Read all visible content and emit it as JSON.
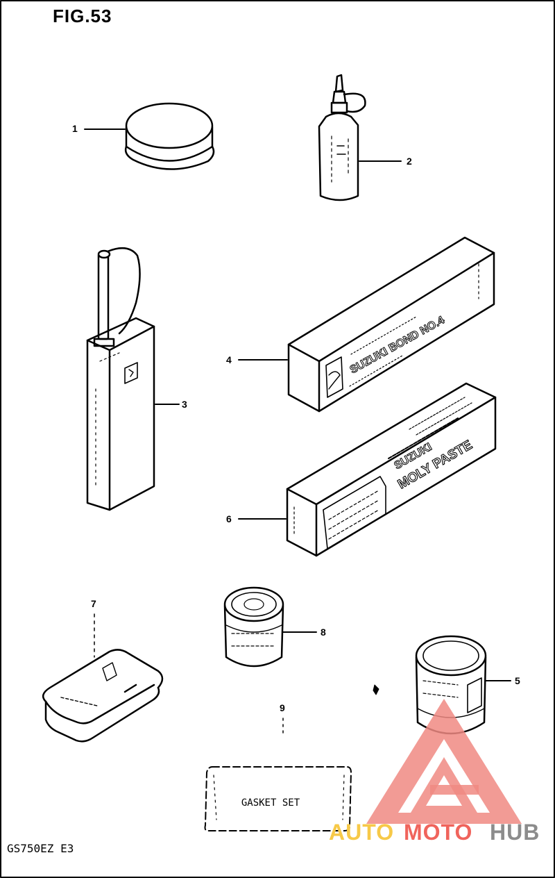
{
  "figure": {
    "title": "FIG.53"
  },
  "model_code": "GS750EZ  E3",
  "parts": [
    {
      "number": "1",
      "kind": "grease-tin-lid"
    },
    {
      "number": "2",
      "kind": "oil-bottle"
    },
    {
      "number": "3",
      "kind": "oil-can"
    },
    {
      "number": "4",
      "kind": "bond-box"
    },
    {
      "number": "5",
      "kind": "paint-can"
    },
    {
      "number": "6",
      "kind": "moly-paste-box"
    },
    {
      "number": "7",
      "kind": "tube-pack"
    },
    {
      "number": "8",
      "kind": "small-can"
    },
    {
      "number": "9",
      "kind": "gasket-set"
    }
  ],
  "box_labels": {
    "bond": "SUZUKI BOND NO.4",
    "moly_brand": "SUZUKI",
    "moly_name": "MOLY PASTE"
  },
  "gasket_label": "GASKET SET",
  "watermark": {
    "part1": "AUTO",
    "part2": "MOTO",
    "part3": "HUB"
  }
}
